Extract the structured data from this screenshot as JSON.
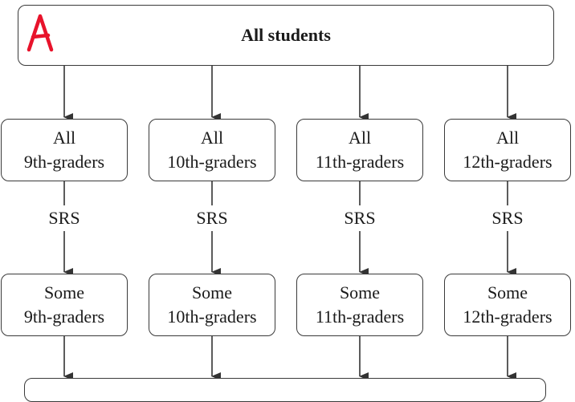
{
  "top": {
    "title": "All students",
    "handwritten_mark": "A"
  },
  "columns": [
    {
      "upper_line1": "All",
      "upper_line2": "9th-graders",
      "method": "SRS",
      "lower_line1": "Some",
      "lower_line2": "9th-graders"
    },
    {
      "upper_line1": "All",
      "upper_line2": "10th-graders",
      "method": "SRS",
      "lower_line1": "Some",
      "lower_line2": "10th-graders"
    },
    {
      "upper_line1": "All",
      "upper_line2": "11th-graders",
      "method": "SRS",
      "lower_line1": "Some",
      "lower_line2": "11th-graders"
    },
    {
      "upper_line1": "All",
      "upper_line2": "12th-graders",
      "method": "SRS",
      "lower_line1": "Some",
      "lower_line2": "12th-graders"
    }
  ],
  "colors": {
    "line": "#333333",
    "mark": "#e8132b"
  }
}
